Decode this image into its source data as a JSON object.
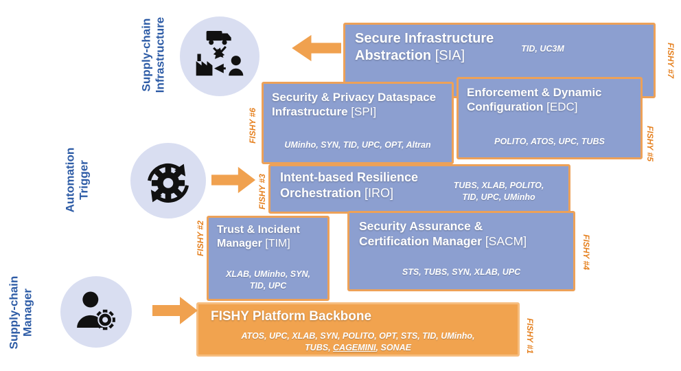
{
  "colors": {
    "module_fill": "#8c9fd0",
    "module_border": "#eda158",
    "backbone_fill": "#f1a34f",
    "backbone_border": "#f6bd7f",
    "arrow_orange": "#f0a14f",
    "actor_label_blue": "#2e5ca6",
    "fishy_label_orange": "#e5801f",
    "circle_fill": "#d9def1"
  },
  "actors": [
    {
      "line1": "Supply-chain",
      "line2": "Infrastructure",
      "icon": "truck-factory-person-cycle-icon"
    },
    {
      "line1": "Automation",
      "line2": "Trigger",
      "icon": "gear-sync-icon"
    },
    {
      "line1": "Supply-chain",
      "line2": "Manager",
      "icon": "person-gear-icon"
    }
  ],
  "modules": [
    {
      "id": "sia",
      "title1": "Secure Infrastructure",
      "title2": "Abstraction",
      "tag": "[SIA]",
      "partners1": "TID, UC3M",
      "fishy": "FISHY #7"
    },
    {
      "id": "spi",
      "title1": "Security & Privacy Dataspace",
      "title2": "Infrastructure",
      "tag": "[SPI]",
      "partners1": "UMinho, SYN, TID, UPC, OPT, Altran",
      "fishy": "FISHY #6"
    },
    {
      "id": "edc",
      "title1": "Enforcement & Dynamic",
      "title2": "Configuration",
      "tag": "[EDC]",
      "partners1": "POLITO, ATOS, UPC, TUBS",
      "fishy": "FISHY #5"
    },
    {
      "id": "iro",
      "title1": "Intent-based Resilience",
      "title2": "Orchestration",
      "tag": "[IRO]",
      "partners1": "TUBS, XLAB, POLITO,",
      "partners2": "TID, UPC, UMinho",
      "fishy": "FISHY #3"
    },
    {
      "id": "tim",
      "title1": "Trust & Incident",
      "title2": "Manager",
      "tag": "[TIM]",
      "partners1": "XLAB, UMinho, SYN,",
      "partners2": "TID, UPC",
      "fishy": "FISHY #2"
    },
    {
      "id": "sacm",
      "title1": "Security Assurance &",
      "title2": "Certification Manager",
      "tag": "[SACM]",
      "partners1": "STS, TUBS, SYN, XLAB, UPC",
      "fishy": "FISHY #4"
    }
  ],
  "backbone": {
    "title": "FISHY Platform Backbone",
    "partners1": "ATOS, UPC, XLAB, SYN, POLITO, OPT, STS, TID, UMinho,",
    "partners2a": "TUBS, ",
    "partners2b": "CAGEMINI",
    "partners2c": ", SONAE",
    "fishy": "FISHY #1"
  }
}
